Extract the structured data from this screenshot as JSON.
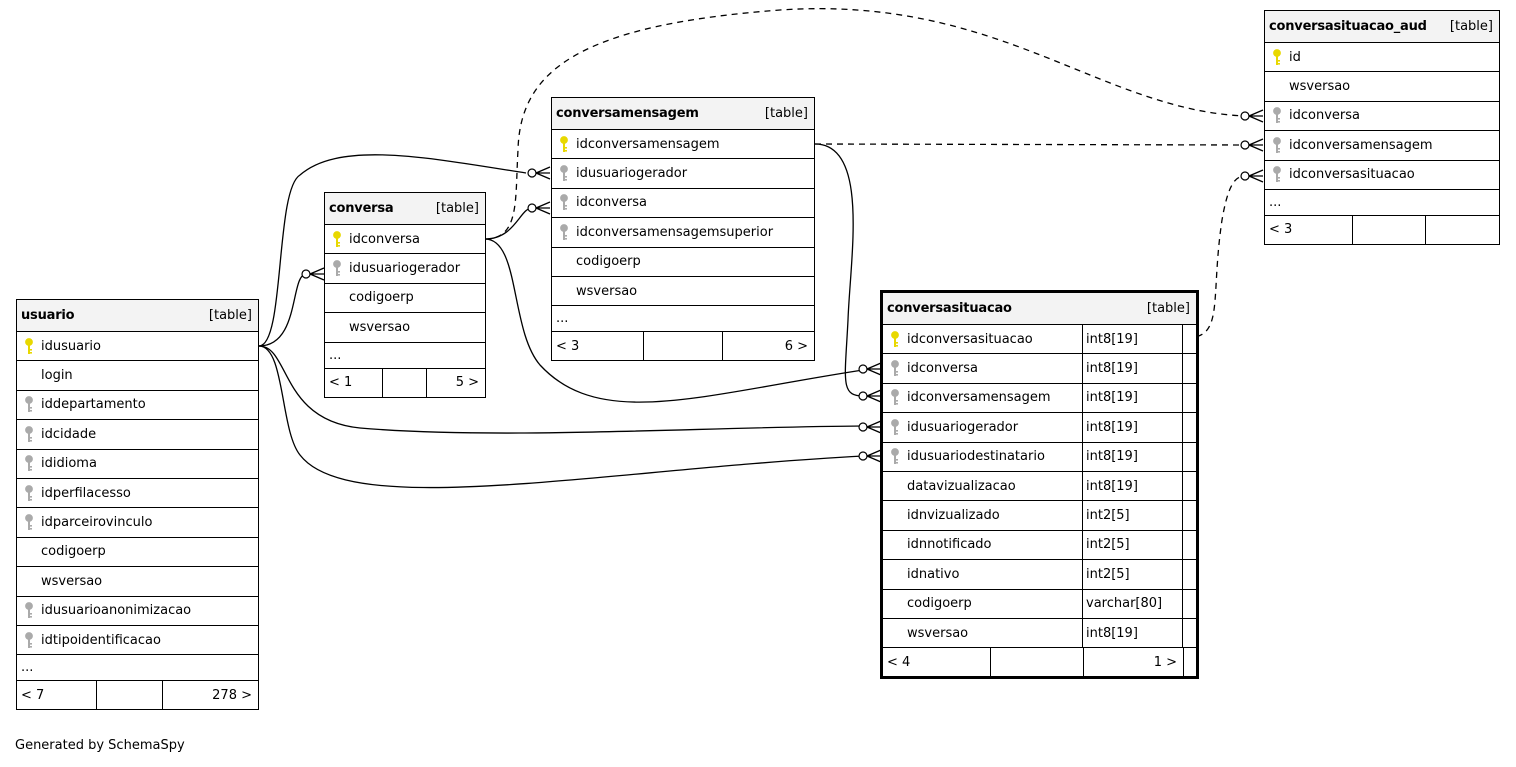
{
  "tables": {
    "usuario": {
      "name": "usuario",
      "kind": "[table]",
      "columns": [
        {
          "name": "idusuario",
          "key": "primary"
        },
        {
          "name": "login",
          "key": "none"
        },
        {
          "name": "iddepartamento",
          "key": "foreign"
        },
        {
          "name": "idcidade",
          "key": "foreign"
        },
        {
          "name": "ididioma",
          "key": "foreign"
        },
        {
          "name": "idperfilacesso",
          "key": "foreign"
        },
        {
          "name": "idparceirovinculo",
          "key": "foreign"
        },
        {
          "name": "codigoerp",
          "key": "none"
        },
        {
          "name": "wsversao",
          "key": "none"
        },
        {
          "name": "idusuarioanonimizacao",
          "key": "foreign"
        },
        {
          "name": "idtipoidentificacao",
          "key": "foreign"
        }
      ],
      "more": "...",
      "nav": {
        "parents": "< 7",
        "middle": "",
        "children": "278 >"
      }
    },
    "conversa": {
      "name": "conversa",
      "kind": "[table]",
      "columns": [
        {
          "name": "idconversa",
          "key": "primary"
        },
        {
          "name": "idusuariogerador",
          "key": "foreign"
        },
        {
          "name": "codigoerp",
          "key": "none"
        },
        {
          "name": "wsversao",
          "key": "none"
        }
      ],
      "more": "...",
      "nav": {
        "parents": "< 1",
        "middle": "",
        "children": "5 >"
      }
    },
    "conversamensagem": {
      "name": "conversamensagem",
      "kind": "[table]",
      "columns": [
        {
          "name": "idconversamensagem",
          "key": "primary"
        },
        {
          "name": "idusuariogerador",
          "key": "foreign"
        },
        {
          "name": "idconversa",
          "key": "foreign"
        },
        {
          "name": "idconversamensagemsuperior",
          "key": "foreign"
        },
        {
          "name": "codigoerp",
          "key": "none"
        },
        {
          "name": "wsversao",
          "key": "none"
        }
      ],
      "more": "...",
      "nav": {
        "parents": "< 3",
        "middle": "",
        "children": "6 >"
      }
    },
    "conversasituacao": {
      "name": "conversasituacao",
      "kind": "[table]",
      "columns": [
        {
          "name": "idconversasituacao",
          "type": "int8[19]",
          "key": "primary"
        },
        {
          "name": "idconversa",
          "type": "int8[19]",
          "key": "foreign"
        },
        {
          "name": "idconversamensagem",
          "type": "int8[19]",
          "key": "foreign"
        },
        {
          "name": "idusuariogerador",
          "type": "int8[19]",
          "key": "foreign"
        },
        {
          "name": "idusuariodestinatario",
          "type": "int8[19]",
          "key": "foreign"
        },
        {
          "name": "datavizualizacao",
          "type": "int8[19]",
          "key": "none"
        },
        {
          "name": "idnvizualizado",
          "type": "int2[5]",
          "key": "none"
        },
        {
          "name": "idnnotificado",
          "type": "int2[5]",
          "key": "none"
        },
        {
          "name": "idnativo",
          "type": "int2[5]",
          "key": "none"
        },
        {
          "name": "codigoerp",
          "type": "varchar[80]",
          "key": "none"
        },
        {
          "name": "wsversao",
          "type": "int8[19]",
          "key": "none"
        }
      ],
      "nav": {
        "parents": "< 4",
        "middle": "",
        "children": "1 >"
      }
    },
    "conversasituacao_aud": {
      "name": "conversasituacao_aud",
      "kind": "[table]",
      "columns": [
        {
          "name": "id",
          "key": "primary"
        },
        {
          "name": "wsversao",
          "key": "none"
        },
        {
          "name": "idconversa",
          "key": "foreign"
        },
        {
          "name": "idconversamensagem",
          "key": "foreign"
        },
        {
          "name": "idconversasituacao",
          "key": "foreign"
        }
      ],
      "more": "...",
      "nav": {
        "parents": "< 3",
        "middle": "",
        "children": ""
      }
    }
  },
  "colors": {
    "primary_key": "#e8d800",
    "foreign_key": "#aaaaaa",
    "header_bg": "#f3f3f3"
  },
  "footer": "Generated by SchemaSpy"
}
